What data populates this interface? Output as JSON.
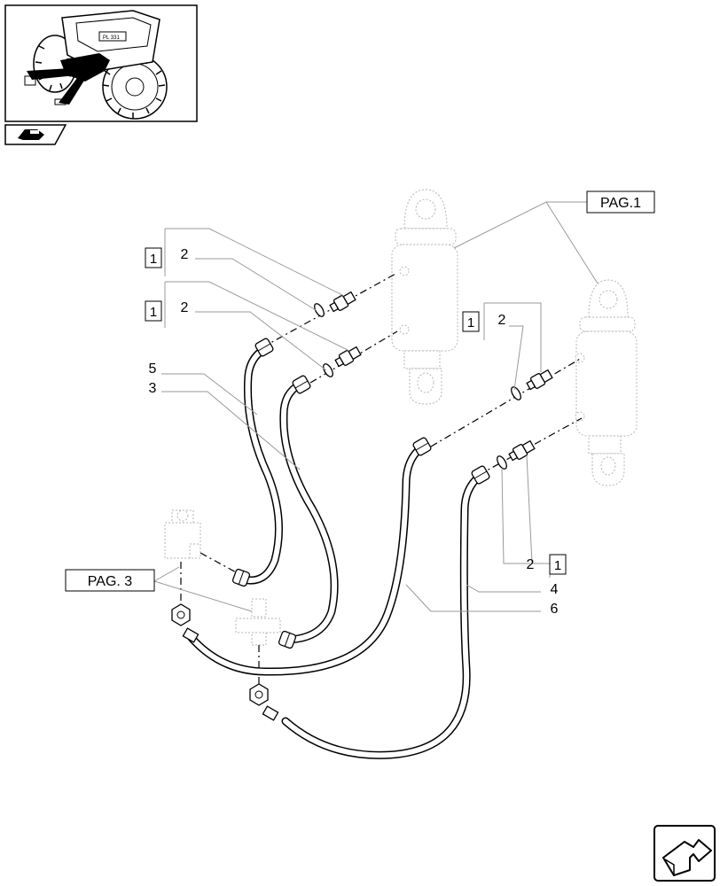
{
  "callouts": {
    "pag1": "PAG.1",
    "pag3": "PAG. 3",
    "box_a": "1",
    "box_b": "1",
    "box_c": "1",
    "box_d": "1",
    "num_a": "2",
    "num_b": "2",
    "num_c": "2",
    "num_d": "2",
    "ref_5": "5",
    "ref_3": "3",
    "ref_4": "4",
    "ref_6": "6"
  },
  "icons": {
    "thumbnail": "tractor-front-icon",
    "section": "section-marker-icon",
    "next_page": "next-page-arrow-icon"
  }
}
